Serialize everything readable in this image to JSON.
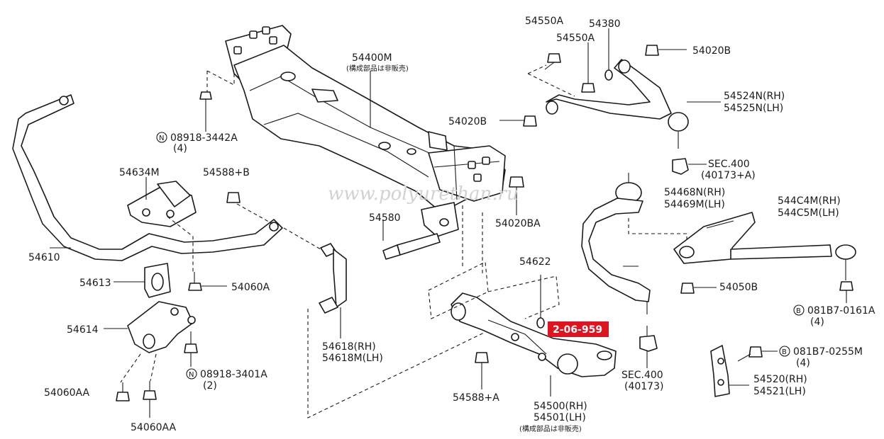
{
  "watermark": "www.polyurethan.ru",
  "badge": {
    "text": "2-06-959",
    "color": "#e0141e"
  },
  "labels": {
    "p54400M": "54400M",
    "p54400M_note": "(構成部品は非販売)",
    "p08918_3442A": "08918-3442A",
    "p08918_3442A_qty": "(4)",
    "p54634M": "54634M",
    "p54588B": "54588+B",
    "p54610": "54610",
    "p54613": "54613",
    "p54060A": "54060A",
    "p54614": "54614",
    "p08918_3401A": "08918-3401A",
    "p08918_3401A_qty": "(2)",
    "p54060AA_1": "54060AA",
    "p54060AA_2": "54060AA",
    "p54580": "54580",
    "p54020BA": "54020BA",
    "p54618RH": "54618(RH)",
    "p54618MLH": "54618M(LH)",
    "p54550A_1": "54550A",
    "p54550A_2": "54550A",
    "p54380": "54380",
    "p54020B_1": "54020B",
    "p54020B_2": "54020B",
    "p54524N": "54524N(RH)",
    "p54525N": "54525N(LH)",
    "sec400_1": "SEC.400",
    "sec400_1_ref": "(40173+A)",
    "p54468N": "54468N(RH)",
    "p54469M": "54469M(LH)",
    "p544C4M": "544C4M(RH)",
    "p544C5M": "544C5M(LH)",
    "p54050B": "54050B",
    "p081B7_0161A": "081B7-0161A",
    "p081B7_0161A_qty": "(4)",
    "p54622": "54622",
    "p54588A": "54588+A",
    "p54500": "54500(RH)",
    "p54501": "54501(LH)",
    "p54500_note": "(構成部品は非販売)",
    "sec400_2": "SEC.400",
    "sec400_2_ref": "(40173)",
    "p081B7_0255M": "081B7-0255M",
    "p081B7_0255M_qty": "(4)",
    "p54520": "54520(RH)",
    "p54521": "54521(LH)",
    "circle_N": "N",
    "circle_B": "B"
  }
}
